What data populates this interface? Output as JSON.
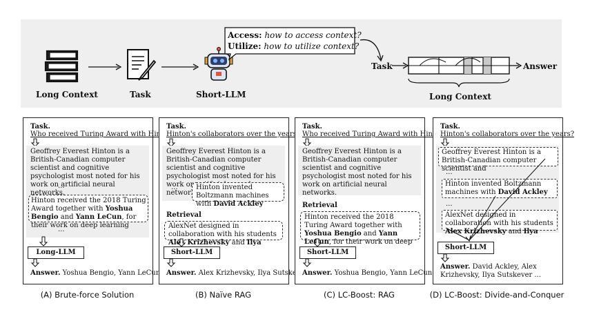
{
  "top": {
    "long_context_label": "Long Context",
    "task_label": "Task",
    "short_llm_label": "Short-LLM",
    "access_key": "Access:",
    "access_text": "how to access context?",
    "utilize_key": "Utilize:",
    "utilize_text": "how to utilize context?",
    "task_right": "Task",
    "answer_right": "Answer",
    "long_context_right": "Long Context"
  },
  "panels": {
    "a": {
      "task_head": "Task.",
      "task_q": "Who received Turing Award with Hinton?",
      "para1": "Geoffrey Everest Hinton is a British-Canadian computer scientist and cognitive psychologist most noted for his work on artificial neural networks.",
      "ellipsis": "...",
      "hl_pre": "Hinton received the 2018 Turing Award together with ",
      "hl_b1": "Yoshua Bengio",
      "hl_mid": " and ",
      "hl_b2": "Yann LeCun",
      "hl_post": ", for their work on deep learning",
      "ellipsis2": "...",
      "llm": "Long-LLM",
      "ans_head": "Answer.",
      "ans": "Yoshua Bengio, Yann LeCun"
    },
    "b": {
      "task_head": "Task.",
      "task_q": "Hinton's collaborators over the years?",
      "para1": "Geoffrey Everest Hinton is a British-Canadian computer scientist and cognitive psychologist most noted for his work on artificial neural networks.",
      "ellipsis": "...",
      "chunk_pre": "Hinton invented Boltzmann machines with ",
      "chunk_b": "David Ackley",
      "retrieval": "Retrieval",
      "ret_pre": "AlexNet designed in collaboration with his students ",
      "ret_b1": "Alex Krizhevsky",
      "ret_mid": " and ",
      "ret_b2": "Ilya",
      "llm": "Short-LLM",
      "ans_head": "Answer.",
      "ans": "Alex Krizhevsky, Ilya Sutskever"
    },
    "c": {
      "task_head": "Task.",
      "task_q": "Who received Turing Award with Hinton?",
      "para1": "Geoffrey Everest Hinton is a British-Canadian computer scientist and cognitive psychologist most noted for his work on artificial neural networks.",
      "retrieval": "Retrieval",
      "ret_pre": "Hinton received the 2018 Turing Award together with ",
      "ret_b1": "Yoshua Bengio",
      "ret_mid": " and ",
      "ret_b2": "Yann LeCun",
      "ret_post": ", for their work on deep learning",
      "llm": "Short-LLM",
      "ans_head": "Answer.",
      "ans": "Yoshua Bengio, Yann LeCun"
    },
    "d": {
      "task_head": "Task.",
      "task_q": "Hinton's collaborators over the years?",
      "chunk1": "Geoffrey Everest Hinton is a British-Canadian computer scientist and",
      "ellipsis": "...",
      "chunk2_pre": "Hinton invented Boltzmann machines with ",
      "chunk2_b": "David Ackley",
      "ellipsis2": "...",
      "chunk3_pre": "AlexNet designed in collaboration with his students ",
      "chunk3_b1": "Alex Krizhevsky",
      "chunk3_mid": " and ",
      "chunk3_b2": "Ilya",
      "llm": "Short-LLM",
      "ans_head": "Answer.",
      "ans": "David Ackley, Alex Krizhevsky, Ilya Sutskever ..."
    }
  },
  "captions": {
    "a": "(A) Brute-force Solution",
    "b": "(B) Naïve RAG",
    "c": "(C) LC-Boost: RAG",
    "d": "(D) LC-Boost: Divide-and-Conquer"
  }
}
